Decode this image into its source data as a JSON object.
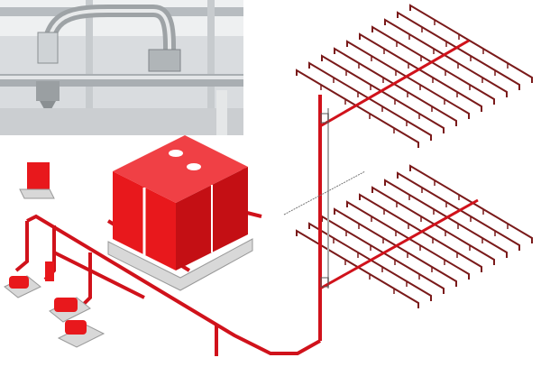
{
  "colors": {
    "pipe_red": "#d0121b",
    "tank_red": "#e8181c",
    "branch_dark_red": "#7a1a1a",
    "steel": "#b8bcc0",
    "base_grey": "#d8d8d8"
  },
  "photo": {
    "subject_icon": "sprinkler-pipe-photo-icon"
  },
  "grids": [
    {
      "name": "upper-sprinkler-grid",
      "branch_count": 10
    },
    {
      "name": "lower-sprinkler-grid",
      "branch_count": 10
    }
  ]
}
